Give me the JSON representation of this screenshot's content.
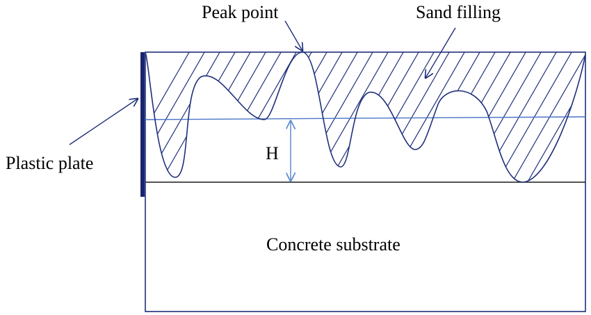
{
  "labels": {
    "peak_point": "Peak point",
    "sand_filling": "Sand filling",
    "plastic_plate": "Plastic plate",
    "height": "H",
    "concrete_substrate": "Concrete substrate"
  },
  "colors": {
    "outline": "#1f2f7a",
    "plate": "#1a2570",
    "mean_line": "#4a74c4",
    "dimension_arrow": "#5b8bd0",
    "text": "#000000"
  }
}
